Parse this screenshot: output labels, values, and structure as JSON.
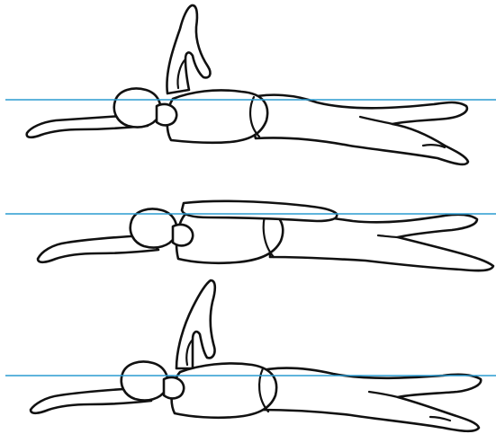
{
  "illustration": {
    "subject": "swimmer-sidestroke-sequence",
    "panel_count": 3,
    "colors": {
      "background": "#ffffff",
      "outline": "#111111",
      "waterline": "#2a9bd1"
    },
    "panels": [
      {
        "id": "panel-1",
        "arm_position": "recovery-raised"
      },
      {
        "id": "panel-2",
        "arm_position": "along-body"
      },
      {
        "id": "panel-3",
        "arm_position": "recovery-raised"
      }
    ]
  }
}
